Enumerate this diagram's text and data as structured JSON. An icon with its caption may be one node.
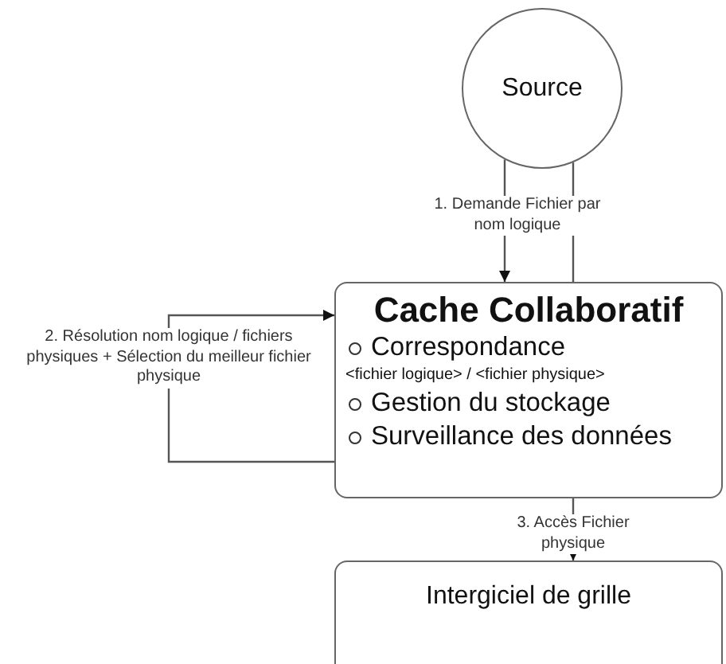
{
  "diagram": {
    "nodes": [
      {
        "text": [
          "Source"
        ]
      },
      {
        "text": [
          "Cache Collaboratif",
          "Correspondance",
          "<fichier logique> / <fichier physique>",
          "Gestion du stockage",
          "Surveillance des données"
        ]
      },
      {
        "text": [
          "Intergiciel de grille"
        ]
      }
    ],
    "edges": [
      {
        "from": 0,
        "to": 1,
        "arrow": "to",
        "label": "1. Demande Fichier par nom logique"
      },
      {
        "from": 0,
        "to": 1,
        "arrow": "none"
      },
      {
        "from": 1,
        "to": 1,
        "arrow": "to",
        "label": "2. Résolution nom logique / fichiers physiques + Sélection du meilleur fichier physique"
      },
      {
        "from": 1,
        "to": 2,
        "arrow": "to",
        "label": "3. Accès  Fichier physique"
      }
    ]
  }
}
